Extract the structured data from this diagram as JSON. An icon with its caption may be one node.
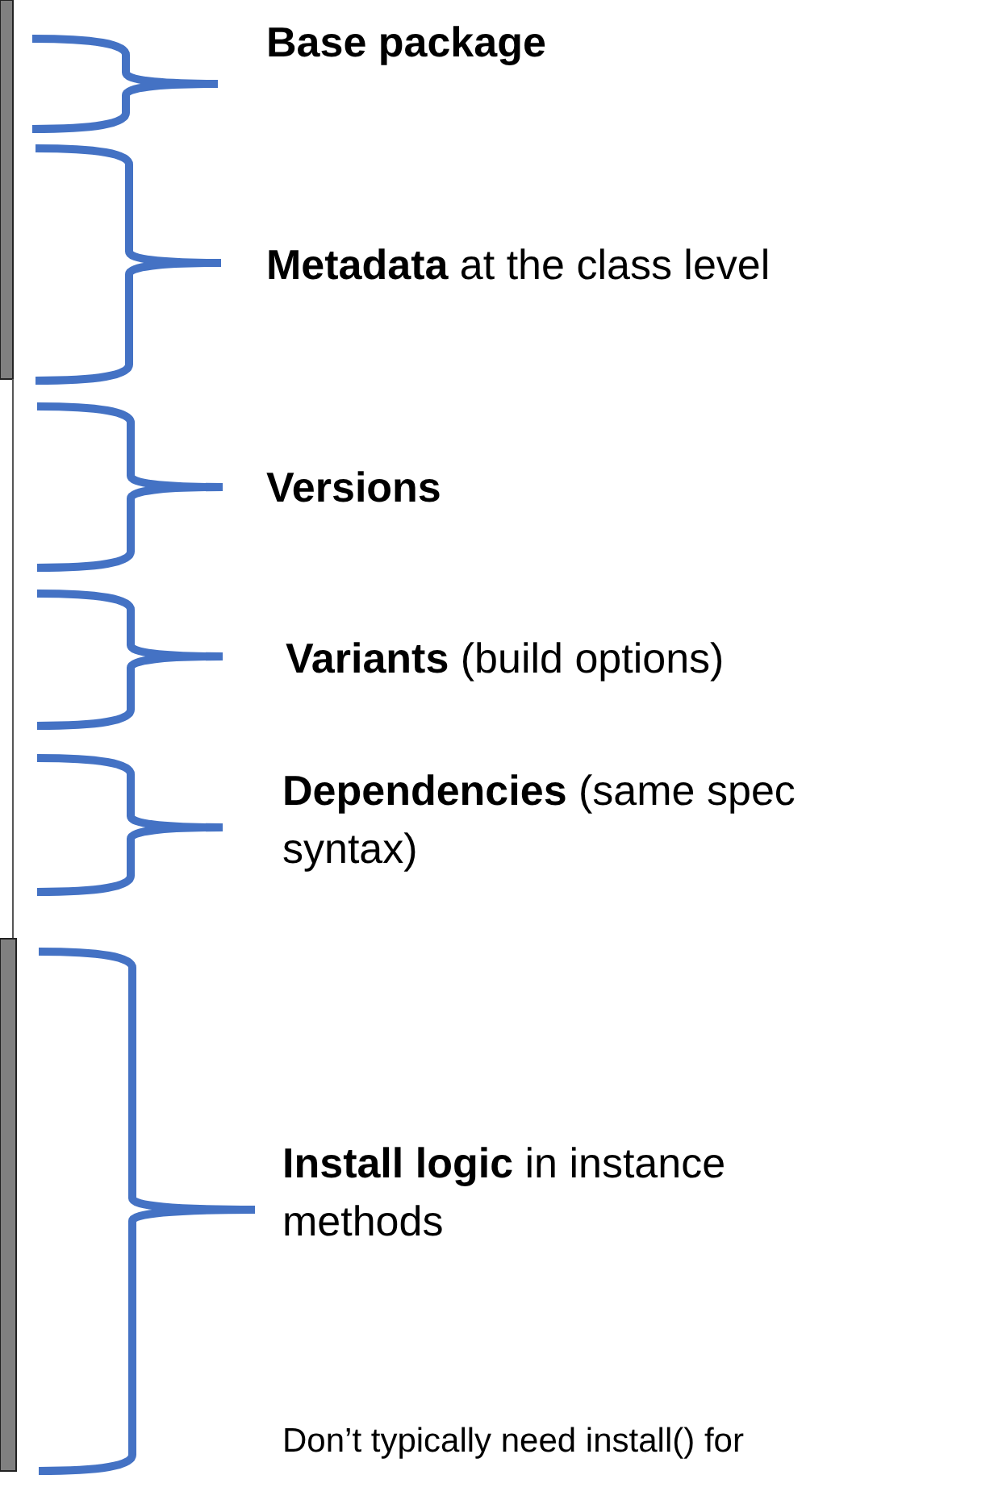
{
  "diagram": {
    "labels": [
      "Base package",
      "**Metadata** at the class level",
      "Versions",
      "**Variants** (build options)",
      "**Dependencies** (same spec syntax)",
      "**Install logic** in instance methods",
      "Don’t typically need install() for"
    ]
  }
}
